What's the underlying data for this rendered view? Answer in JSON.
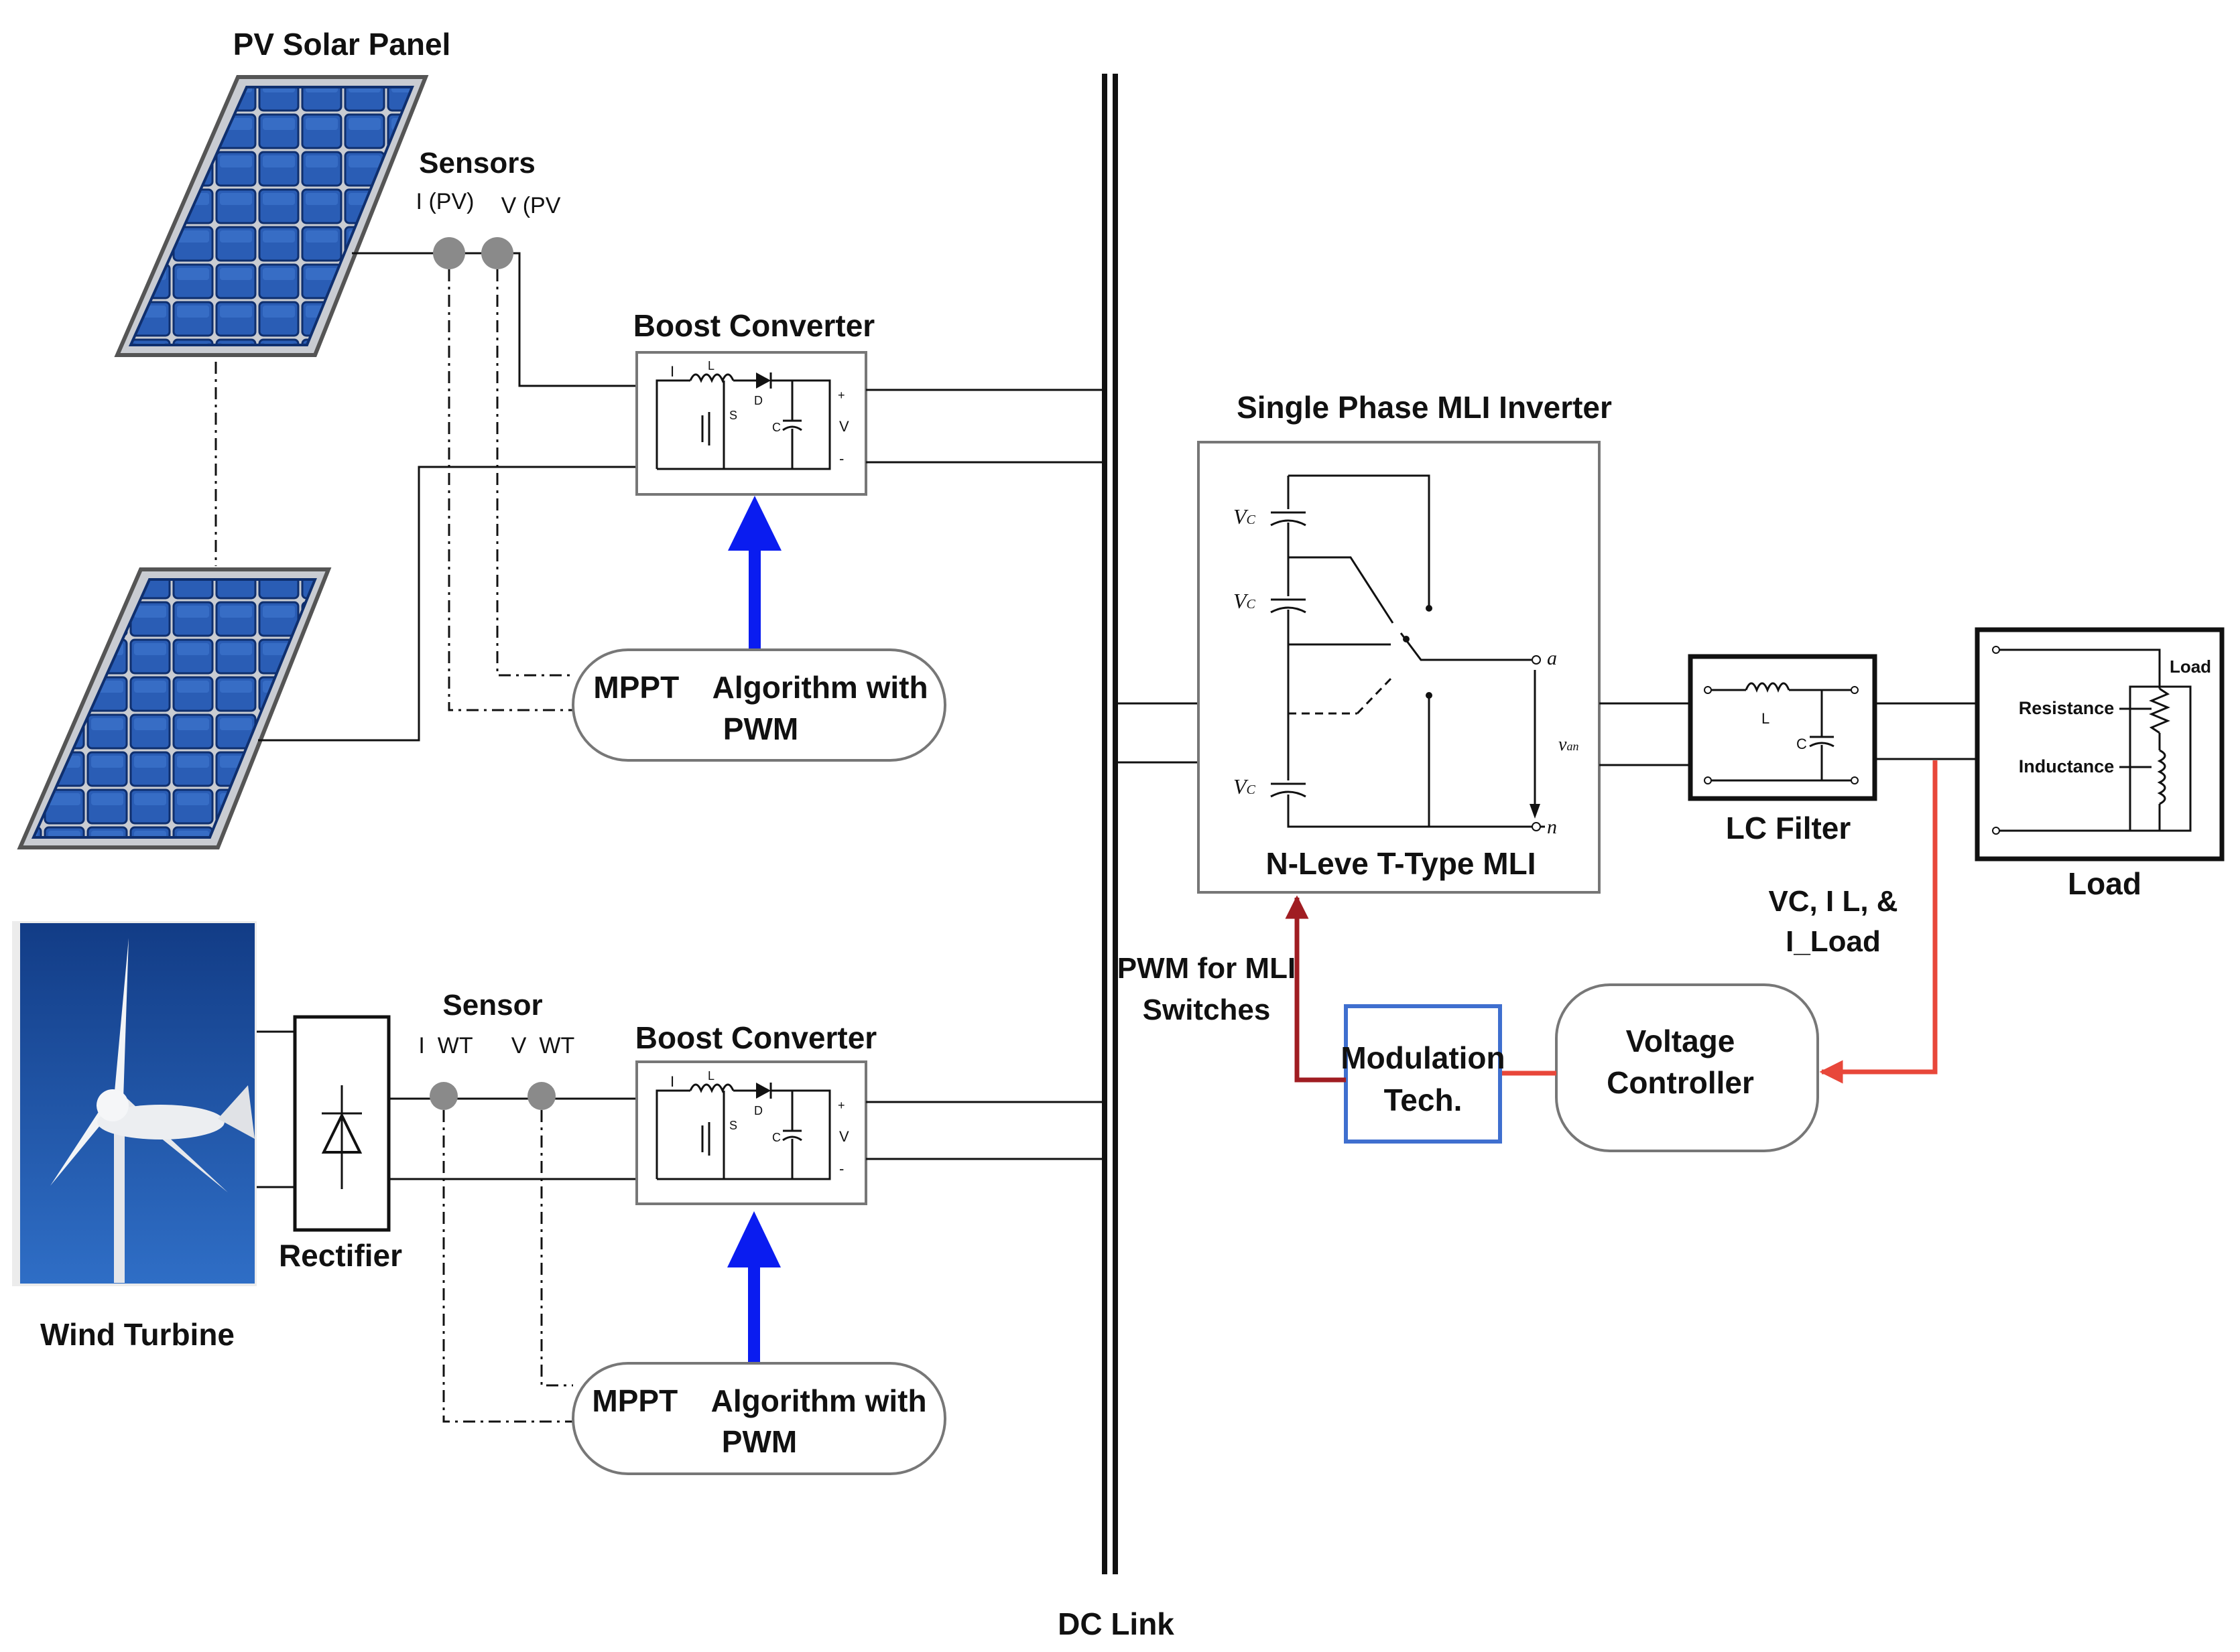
{
  "labels": {
    "pv_panel": "PV Solar Panel",
    "sensors": "Sensors",
    "i_pv": "I (PV)",
    "v_pv": "V (PV",
    "boost_top": "Boost Converter",
    "mppt_top_l1": "MPPT    Algorithm with",
    "mppt_top_l2": "PWM",
    "wind_turbine": "Wind Turbine",
    "rectifier": "Rectifier",
    "sensor": "Sensor",
    "i_wt": "I  WT",
    "v_wt": "V  WT",
    "boost_bottom": "Boost Converter",
    "mppt_bot_l1": "MPPT    Algorithm with",
    "mppt_bot_l2": "PWM",
    "dc_link": "DC Link",
    "mli_title": "Single Phase MLI Inverter",
    "mli_subtitle": "N-Leve T-Type MLI",
    "vc1": "V",
    "vc2": "V",
    "vc3": "V",
    "vc_sub": "C",
    "node_a": "a",
    "node_n": "n",
    "van": "v",
    "van_sub": "an",
    "lc_filter": "LC Filter",
    "lc_L": "L",
    "lc_C": "C",
    "load": "Load",
    "load_inner": "Load",
    "resistance": "Resistance",
    "inductance": "Inductance",
    "feedback_l1": "VC, I L, &",
    "feedback_l2": "I_Load",
    "pwm_l1": "PWM for MLI",
    "pwm_l2": "Switches",
    "modulation_l1": "Modulation",
    "modulation_l2": "Tech.",
    "voltage_l1": "Voltage",
    "voltage_l2": "Controller",
    "boost_L": "L",
    "boost_D": "D",
    "boost_S": "S",
    "boost_C": "C",
    "boost_I": "I",
    "boost_Vo": "V",
    "boost_plus": "+",
    "boost_minus": "-"
  },
  "colors": {
    "panel_blue": "#1f4f9e",
    "arrow_blue": "#0a1cf0",
    "feedback_red": "#e8473a",
    "pwm_darkred": "#a01d22",
    "modulation_border": "#3f6fcf",
    "sky": "#1b4d9c"
  }
}
